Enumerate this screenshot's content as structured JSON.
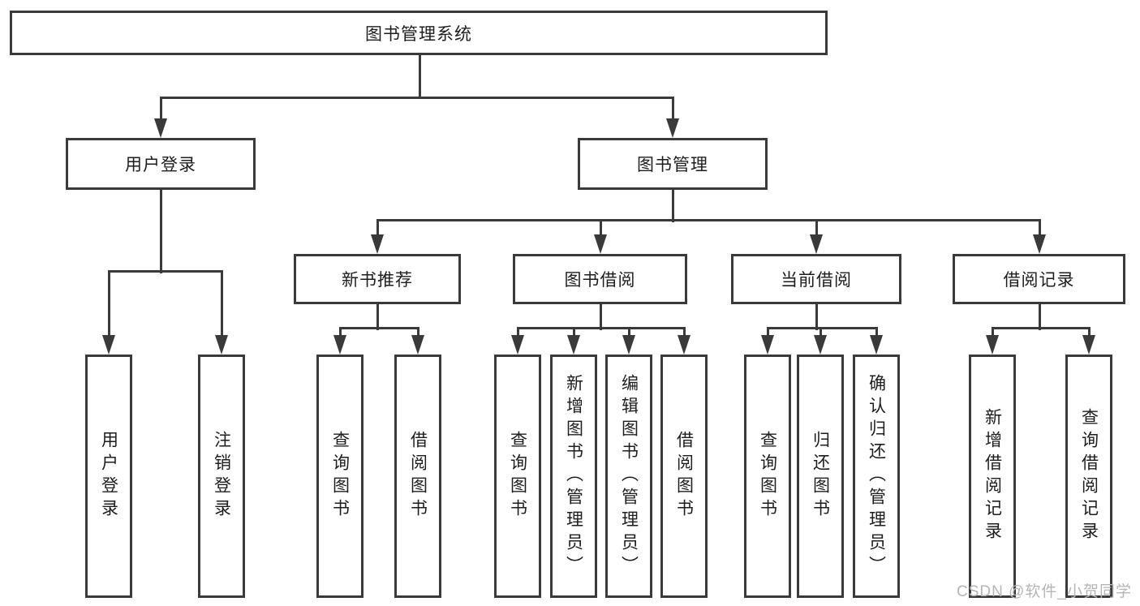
{
  "diagram": {
    "root": {
      "label": "图书管理系统"
    },
    "level2": [
      {
        "id": "user-login",
        "label": "用户登录"
      },
      {
        "id": "book-management",
        "label": "图书管理"
      }
    ],
    "level3": [
      {
        "id": "new-book-recommend",
        "label": "新书推荐"
      },
      {
        "id": "book-borrow",
        "label": "图书借阅"
      },
      {
        "id": "current-borrow",
        "label": "当前借阅"
      },
      {
        "id": "borrow-record",
        "label": "借阅记录"
      }
    ],
    "leaves": {
      "user_login": [
        "用户登录",
        "注销登录"
      ],
      "new_book_recommend": [
        "查询图书",
        "借阅图书"
      ],
      "book_borrow": [
        "查询图书",
        "新增图书（管理员）",
        "编辑图书（管理员）",
        "借阅图书"
      ],
      "current_borrow": [
        "查询图书",
        "归还图书",
        "确认归还（管理员）"
      ],
      "borrow_record": [
        "新增借阅记录",
        "查询借阅记录"
      ]
    }
  },
  "watermark": {
    "text": "CSDN @软件_小贺同学"
  },
  "colors": {
    "line": "#3a3a3a",
    "text": "#1d1d1d",
    "background": "#ffffff",
    "watermark": "#b5b5b5"
  }
}
